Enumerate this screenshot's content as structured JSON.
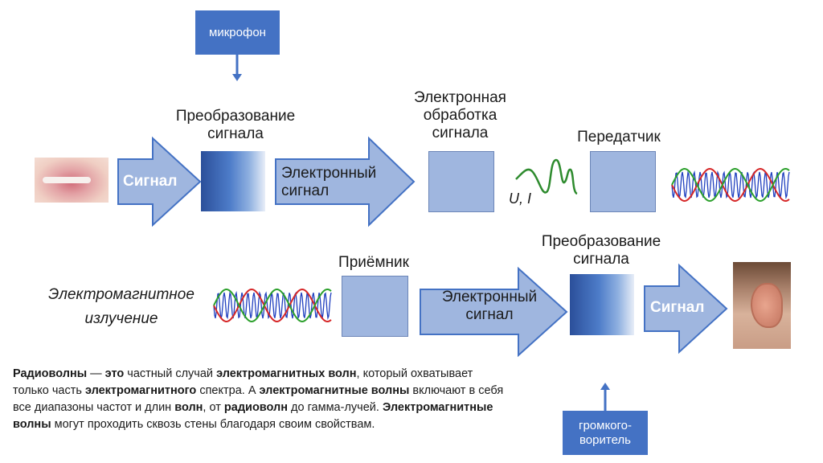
{
  "top_box": {
    "text": "микрофон"
  },
  "bottom_box": {
    "text": "громкого-\nворитель"
  },
  "top_row": {
    "conversion_label": "Преобразование\nсигнала",
    "signal_arrow": "Сигнал",
    "electronic_arrow": "Электронный\nсигнал",
    "processing_label": "Электронная\nобработка\nсигнала",
    "ui_label": "U, I",
    "transmitter_label": "Передатчик"
  },
  "bottom_row": {
    "em_label": "Электромагнитное\nизлучение",
    "receiver_label": "Приёмник",
    "electronic_arrow": "Электронный\nсигнал",
    "conversion_label": "Преобразование\nсигнала",
    "signal_arrow": "Сигнал"
  },
  "paragraph": [
    {
      "b": true,
      "t": "Радиоволны"
    },
    {
      "b": false,
      "t": " — "
    },
    {
      "b": true,
      "t": "это"
    },
    {
      "b": false,
      "t": " частный случай "
    },
    {
      "b": true,
      "t": "электромагнитных волн"
    },
    {
      "b": false,
      "t": ", который охватывает только часть "
    },
    {
      "b": true,
      "t": "электромагнитного"
    },
    {
      "b": false,
      "t": " спектра. А "
    },
    {
      "b": true,
      "t": "электромагнитные волны"
    },
    {
      "b": false,
      "t": " включают в себя все диапазоны частот и длин "
    },
    {
      "b": true,
      "t": "волн"
    },
    {
      "b": false,
      "t": ", от "
    },
    {
      "b": true,
      "t": "радиоволн"
    },
    {
      "b": false,
      "t": " до гамма-лучей. "
    },
    {
      "b": true,
      "t": "Электромагнитные волны"
    },
    {
      "b": false,
      "t": " могут проходить сквозь стены благодаря своим свойствам."
    }
  ],
  "colors": {
    "box_blue": "#4472c4",
    "arrow_fill": "#9fb6df",
    "arrow_stroke": "#4472c4",
    "wave_red": "#d62728",
    "wave_green": "#2ca02c",
    "wave_blue": "#1f3fbf",
    "signal_green": "#2e8b2e"
  }
}
